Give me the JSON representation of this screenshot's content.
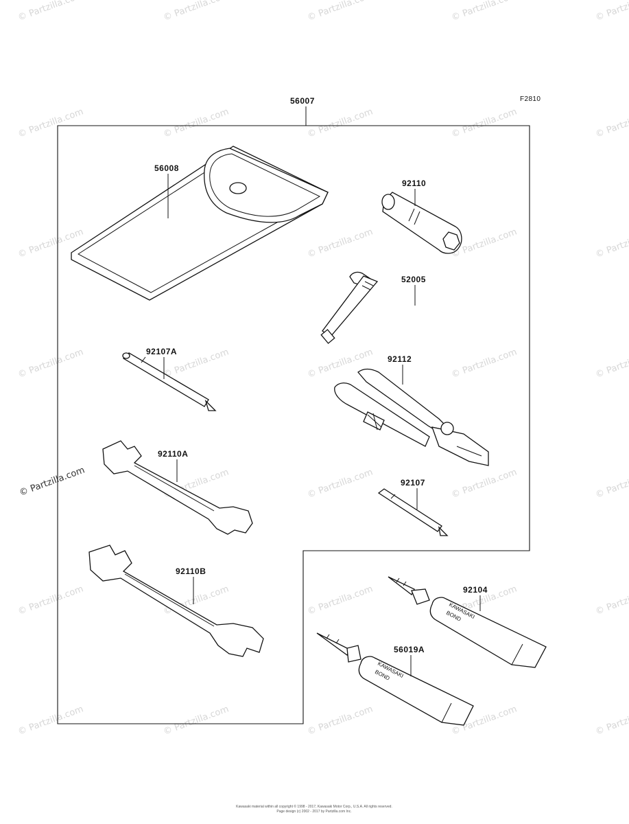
{
  "figure_code": "F2810",
  "assembly_label": "56007",
  "parts": {
    "bag": "56008",
    "plug_wrench": "92110",
    "screwdriver_grip": "52005",
    "screwdriver_a": "92107A",
    "pliers": "92112",
    "wrench_a": "92110A",
    "screwdriver": "92107",
    "wrench_b": "92110B",
    "bond_1": "92104",
    "bond_2": "56019A"
  },
  "tube_text": {
    "line1": "KAWASAKI",
    "line2": "BOND"
  },
  "watermark": {
    "text": "© Partzilla.com"
  },
  "footer": {
    "line1": "Kawasaki material within all copyright © 1998 - 2017, Kawasaki Motor Corp., U.S.A. All rights reserved.",
    "line2": "Page design (c) 2002 - 2017 by Partzilla.com Inc."
  }
}
